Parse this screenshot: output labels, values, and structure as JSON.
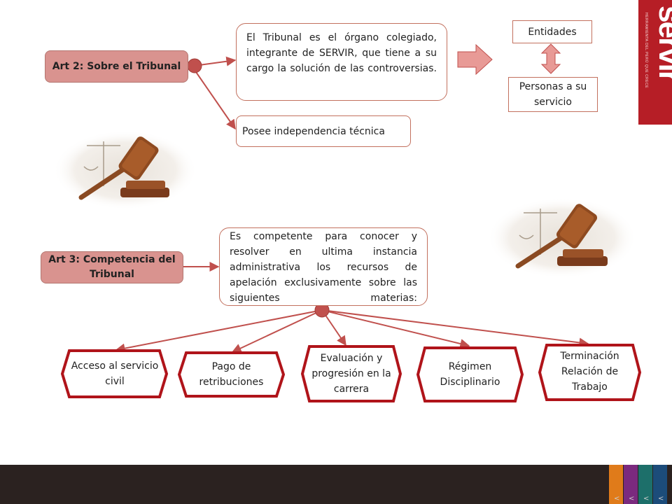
{
  "colors": {
    "art_fill": "#d9938f",
    "connector": "#c0504d",
    "hex_border": "#b0141a",
    "arrow_fill": "#e89a96",
    "logo": "#b61e26",
    "footer": "#2b2220"
  },
  "art2": {
    "label": "Art 2: Sobre el Tribunal",
    "description": "El Tribunal es el órgano colegiado, integrante de SERVIR, que tiene a su cargo la solución de las controversias.",
    "independence": "Posee independencia técnica"
  },
  "entities": {
    "top": "Entidades",
    "bottom": "Personas a su servicio"
  },
  "art3": {
    "label": "Art 3: Competencia del Tribunal",
    "description": "Es competente para conocer y resolver en ultima instancia administrativa los recursos de apelación exclusivamente sobre las siguientes materias:"
  },
  "materias": [
    "Acceso al servicio civil",
    "Pago de retribuciones",
    "Evaluación y progresión en la carrera",
    "Régimen Disciplinario",
    "Terminación Relación de Trabajo"
  ],
  "logo": {
    "name": "servir",
    "tagline": "HERRAMIENTA DEL PERÚ QUE CRECE"
  },
  "icons": [
    "gavel-icon",
    "scales-icon",
    "double-arrow-icon",
    "right-arrow-icon"
  ],
  "footer": {
    "stripe_colors": [
      "#e07b1a",
      "#7b2a7e",
      "#1d6f6a",
      "#1c4c7a"
    ],
    "chevrons": [
      "<",
      "<",
      "<",
      "<"
    ]
  }
}
